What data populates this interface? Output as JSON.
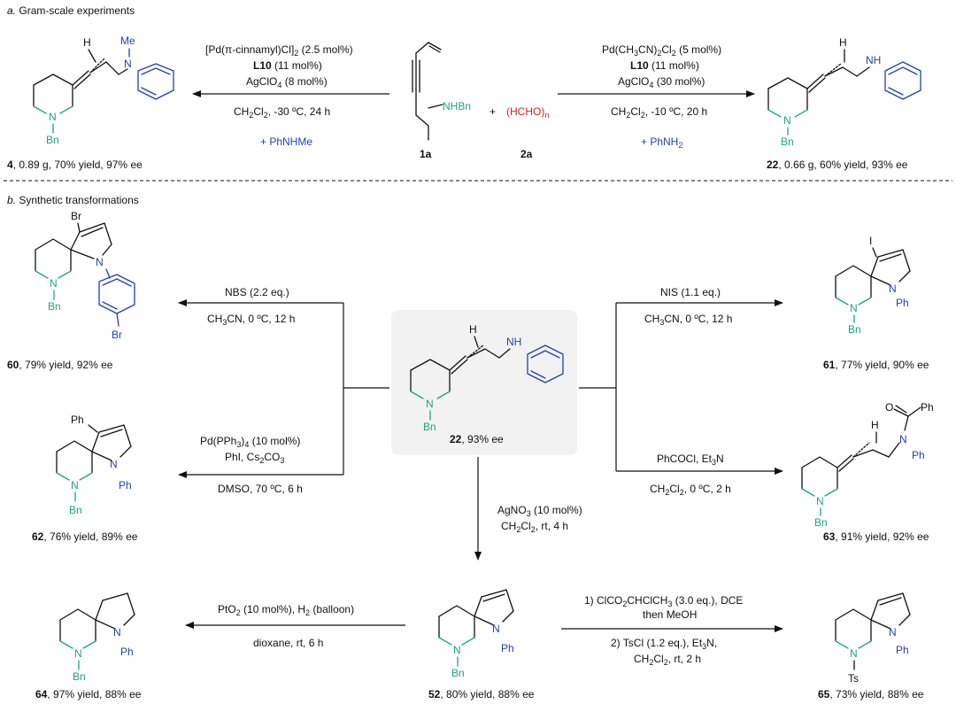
{
  "sections": {
    "a_label": "a.",
    "a_title": "Gram-scale experiments",
    "b_label": "b.",
    "b_title": "Synthetic transformations"
  },
  "labels": {
    "NBn": "NHBn",
    "Bn": "Bn",
    "N": "N",
    "NH": "NH",
    "H": "H",
    "Me": "Me",
    "Ph": "Ph",
    "Br": "Br",
    "I": "I",
    "O": "O",
    "Ts": "Ts",
    "plus": "+"
  },
  "gram": {
    "left_cond1": "[Pd(π-cinnamyl)Cl]",
    "left_cond1_sub": "2",
    "left_cond1_tail": " (2.5 mol%)",
    "left_L10": "L10",
    "left_L10_tail": " (11 mol%)",
    "left_ag": "AgClO",
    "left_ag_sub": "4",
    "left_ag_tail": " (8 mol%)",
    "left_solv": "CH",
    "left_solv_sub": "2",
    "left_solv_mid": "Cl",
    "left_solv_sub2": "2",
    "left_solv_tail": ", -30 ºC, 24 h",
    "left_amine": "+ PhNHMe",
    "right_cond1": "Pd(CH",
    "right_cond1_sub": "3",
    "right_cond1_mid": "CN)",
    "right_cond1_sub2": "2",
    "right_cond1_mid2": "Cl",
    "right_cond1_sub3": "2",
    "right_cond1_tail": " (5 mol%)",
    "right_L10": "L10",
    "right_L10_tail": " (11 mol%)",
    "right_ag": "AgClO",
    "right_ag_sub": "4",
    "right_ag_tail": " (30 mol%)",
    "right_solv_tail": ", -10 ºC, 20 h",
    "right_amine": "+ PhNH",
    "right_amine_sub": "2",
    "hcho": "(HCHO)",
    "hcho_sub": "n",
    "c1a": "1a",
    "c2a": "2a",
    "p4_num": "4",
    "p4_text": ", 0.89 g, 70% yield, 97% ee",
    "p22_num": "22",
    "p22_text": ", 0.66 g, 60% yield, 93% ee"
  },
  "transform": {
    "center_num": "22",
    "center_text": ", 93% ee",
    "nbs": "NBS (2.2 eq.)",
    "nbs_solv": "CH",
    "nbs_solv_sub": "3",
    "nbs_solv_tail": "CN, 0 ºC, 12 h",
    "p60_num": "60",
    "p60_text": ", 79% yield, 92% ee",
    "nis": "NIS  (1.1 eq.)",
    "nis_solv": "CH",
    "nis_solv_sub": "3",
    "nis_solv_tail": "CN, 0 ºC, 12 h",
    "p61_num": "61",
    "p61_text": ", 77% yield, 90% ee",
    "pd": "Pd(PPh",
    "pd_sub": "3",
    "pd_mid": ")",
    "pd_sub2": "4",
    "pd_tail": " (10 mol%)",
    "phi": "PhI, Cs",
    "phi_sub": "2",
    "phi_mid": "CO",
    "phi_sub2": "3",
    "dmso": "DMSO, 70 ºC, 6 h",
    "p62_num": "62",
    "p62_text": ", 76% yield, 89% ee",
    "phcocl": "PhCOCl, Et",
    "phcocl_sub": "3",
    "phcocl_tail": "N",
    "bz_solv_tail": ", 0 ºC, 2 h",
    "p63_num": "63",
    "p63_text": ", 91% yield, 92% ee",
    "agno3": "AgNO",
    "agno3_sub": "3",
    "agno3_tail": " (10 mol%)",
    "ag_solv_tail": ", rt, 4 h",
    "pto2": "PtO",
    "pto2_sub": "2",
    "pto2_mid": " (10 mol%), H",
    "pto2_sub2": "2",
    "pto2_tail": " (balloon)",
    "dioxane": "dioxane, rt,  6 h",
    "p64_num": "64",
    "p64_text": ", 97% yield, 88% ee",
    "p52_num": "52",
    "p52_text": ", 80% yield, 88% ee",
    "dep1": "1) ClCO",
    "dep1_sub": "2",
    "dep1_tail": "CHClCH",
    "dep1_sub2": "3",
    "dep1_tail2": " (3.0 eq.), DCE",
    "dep2": "then MeOH",
    "dep3": "2) TsCl (1.2 eq.), Et",
    "dep3_sub": "3",
    "dep3_tail": "N,",
    "dep4_tail": ", rt, 2 h",
    "p65_num": "65",
    "p65_text": ", 73% yield, 88% ee"
  },
  "colors": {
    "nitrogen_green": "#19a974",
    "aniline_blue": "#1f3fbf",
    "formaldehyde_red": "#e21b1b",
    "center_box": "#f2f2f2"
  }
}
